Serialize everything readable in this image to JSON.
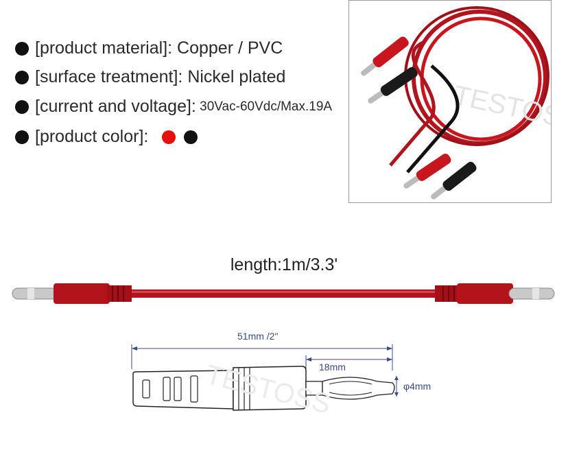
{
  "specs": [
    {
      "label": "[product material]:",
      "value": " Copper / PVC"
    },
    {
      "label": "[surface treatment]:",
      "value": " Nickel plated"
    },
    {
      "label": "[current and voltage]:",
      "value": " 30Vac-60Vdc/Max.19A"
    },
    {
      "label": "[product color]:",
      "value": ""
    }
  ],
  "colors": {
    "red": "#e8100c",
    "black": "#111111",
    "cable_red": "#b0141c",
    "dimension_blue": "#3a4a8c"
  },
  "length_label": "length:1m/3.3'",
  "dimensions": {
    "total": "51mm /2\"",
    "pin": "18mm",
    "diameter": "φ4mm"
  },
  "watermark": "TESTOSS"
}
